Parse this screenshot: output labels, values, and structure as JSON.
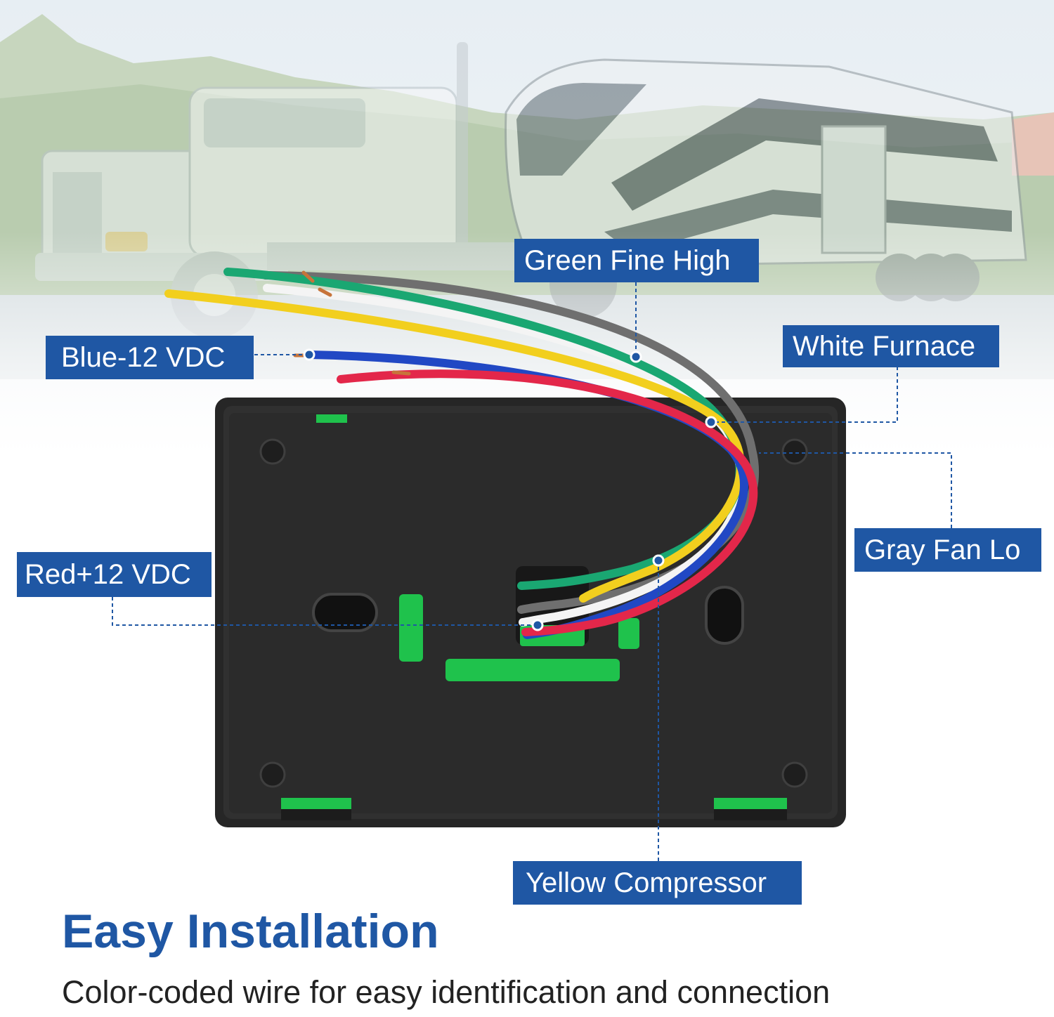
{
  "labels": {
    "green": "Green Fine High",
    "white": "White Furnace",
    "blue": "Blue-12 VDC",
    "gray": "Gray Fan Lo",
    "red": "Red+12 VDC",
    "yellow": "Yellow Compressor"
  },
  "headline": "Easy Installation",
  "subline": "Color-coded wire for easy identification and connection",
  "colors": {
    "label_bg": "#1f57a4",
    "headline": "#1f57a4",
    "wire_green": "#1aa772",
    "wire_white": "#f4f4f4",
    "wire_blue": "#2148c4",
    "wire_gray": "#6f6f6f",
    "wire_red": "#e3274a",
    "wire_yellow": "#f2cf1e",
    "housing": "#2a2a2a",
    "accent_green": "#1fc24c"
  }
}
